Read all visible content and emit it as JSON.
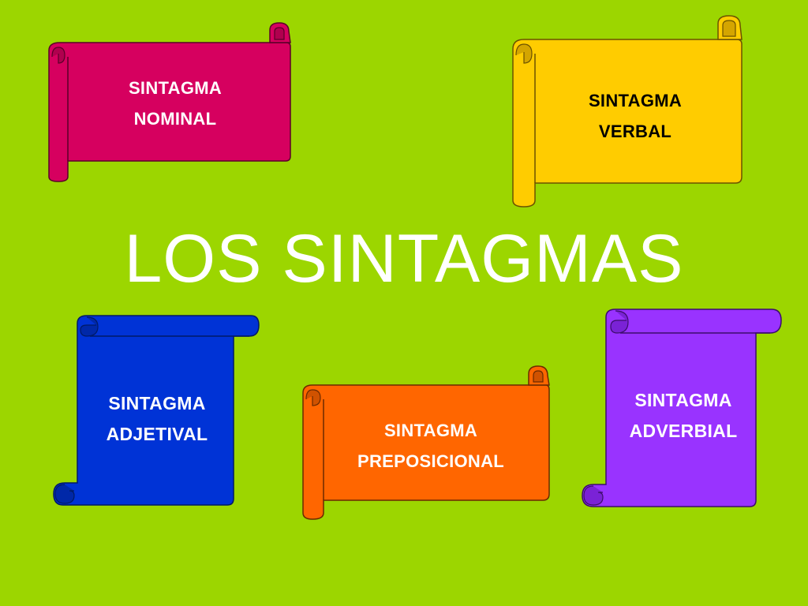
{
  "title": "LOS SINTAGMAS",
  "background_color": "#9cd600",
  "scrolls": [
    {
      "id": "nominal",
      "line1": "SINTAGMA",
      "line2": "NOMINAL",
      "fill": "#d6005f",
      "shade": "#b0004e",
      "text_color": "#ffffff",
      "orientation": "horizontal"
    },
    {
      "id": "verbal",
      "line1": "SINTAGMA",
      "line2": "VERBAL",
      "fill": "#ffcc00",
      "shade": "#d4a500",
      "text_color": "#000000",
      "orientation": "horizontal"
    },
    {
      "id": "adjetival",
      "line1": "SINTAGMA",
      "line2": "ADJETIVAL",
      "fill": "#0033d6",
      "shade": "#0028a8",
      "text_color": "#ffffff",
      "orientation": "vertical"
    },
    {
      "id": "preposicional",
      "line1": "SINTAGMA",
      "line2": "PREPOSICIONAL",
      "fill": "#ff6600",
      "shade": "#d05200",
      "text_color": "#ffffff",
      "orientation": "horizontal"
    },
    {
      "id": "adverbial",
      "line1": "SINTAGMA",
      "line2": "ADVERBIAL",
      "fill": "#9933ff",
      "shade": "#7a22d6",
      "text_color": "#ffffff",
      "orientation": "vertical"
    }
  ]
}
